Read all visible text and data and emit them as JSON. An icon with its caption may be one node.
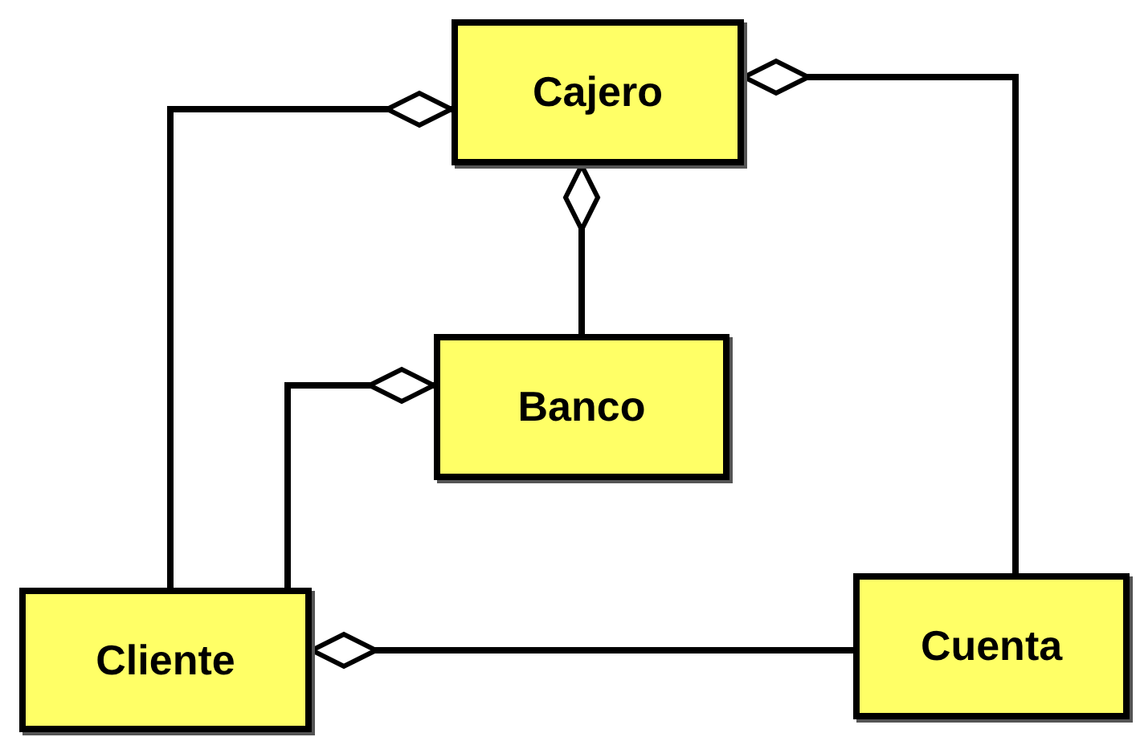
{
  "diagram": {
    "nodes": [
      {
        "text": [
          "Cajero"
        ]
      },
      {
        "text": [
          "Banco"
        ]
      },
      {
        "text": [
          "Cliente"
        ]
      },
      {
        "text": [
          "Cuenta"
        ]
      }
    ],
    "edges": [
      {
        "from": 2,
        "to": 0,
        "arrow": "other"
      },
      {
        "from": 1,
        "to": 0,
        "arrow": "other"
      },
      {
        "from": 3,
        "to": 0,
        "arrow": "other"
      },
      {
        "from": 2,
        "to": 1,
        "arrow": "other"
      },
      {
        "from": 3,
        "to": 2,
        "arrow": "other"
      }
    ]
  }
}
